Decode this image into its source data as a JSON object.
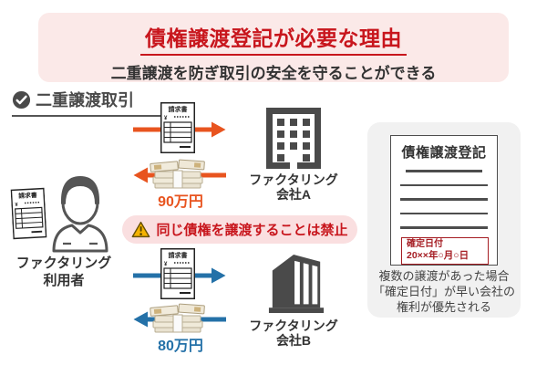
{
  "header": {
    "title": "債権譲渡登記が必要な理由",
    "subtitle": "二重譲渡を防ぎ取引の安全を守ることができる"
  },
  "section_label": "二重譲渡取引",
  "invoice": {
    "title": "請求書",
    "currency": "¥"
  },
  "user": {
    "line1": "ファクタリング",
    "line2": "利用者"
  },
  "company_a": {
    "line1": "ファクタリング",
    "line2": "会社A"
  },
  "company_b": {
    "line1": "ファクタリング",
    "line2": "会社B"
  },
  "flow_a": {
    "amount": "90万円"
  },
  "flow_b": {
    "amount": "80万円"
  },
  "warning": {
    "text": "同じ債権を譲渡することは禁止"
  },
  "registry": {
    "title": "債権譲渡登記",
    "stamp": {
      "line1": "確定日付",
      "line2": "20××年○月○日"
    },
    "caption": {
      "line1": "複数の譲渡があった場合",
      "line2": "「確定日付」が早い会社の",
      "line3": "権利が優先される"
    }
  },
  "colors": {
    "accent_red": "#c8161d",
    "orange": "#e8541f",
    "blue": "#2471a8",
    "header_bg": "#fbe9e8",
    "warning_bg": "#fadfe0",
    "icon_gray": "#4d4d4d",
    "panel_bg": "#f1f1f1"
  }
}
